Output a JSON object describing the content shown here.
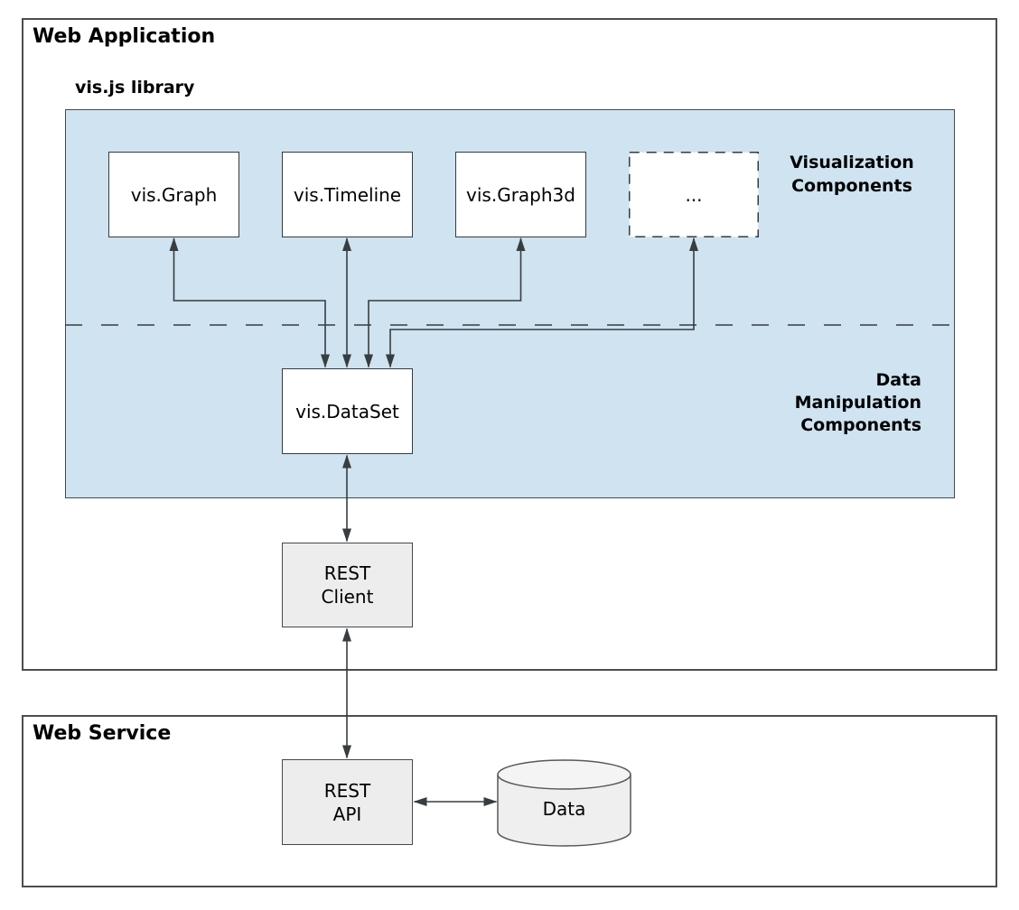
{
  "diagram": {
    "web_application": {
      "title": "Web Application"
    },
    "visjs": {
      "title": "vis.js library",
      "components": {
        "graph": "vis.Graph",
        "timeline": "vis.Timeline",
        "graph3d": "vis.Graph3d",
        "more": "...",
        "dataset": "vis.DataSet"
      },
      "section_labels": {
        "visualization": "Visualization\nComponents",
        "data_manipulation": "Data\nManipulation\nComponents"
      }
    },
    "rest_client": "REST\nClient",
    "web_service": {
      "title": "Web Service",
      "rest_api": "REST\nAPI",
      "data_store": "Data"
    }
  },
  "colors": {
    "panel_blue": "#cfe3f1",
    "node_white": "#ffffff",
    "node_gray": "#ededed",
    "cylinder_gray": "#efefef",
    "line": "#383d40",
    "outer_border": "#4a4e51"
  }
}
